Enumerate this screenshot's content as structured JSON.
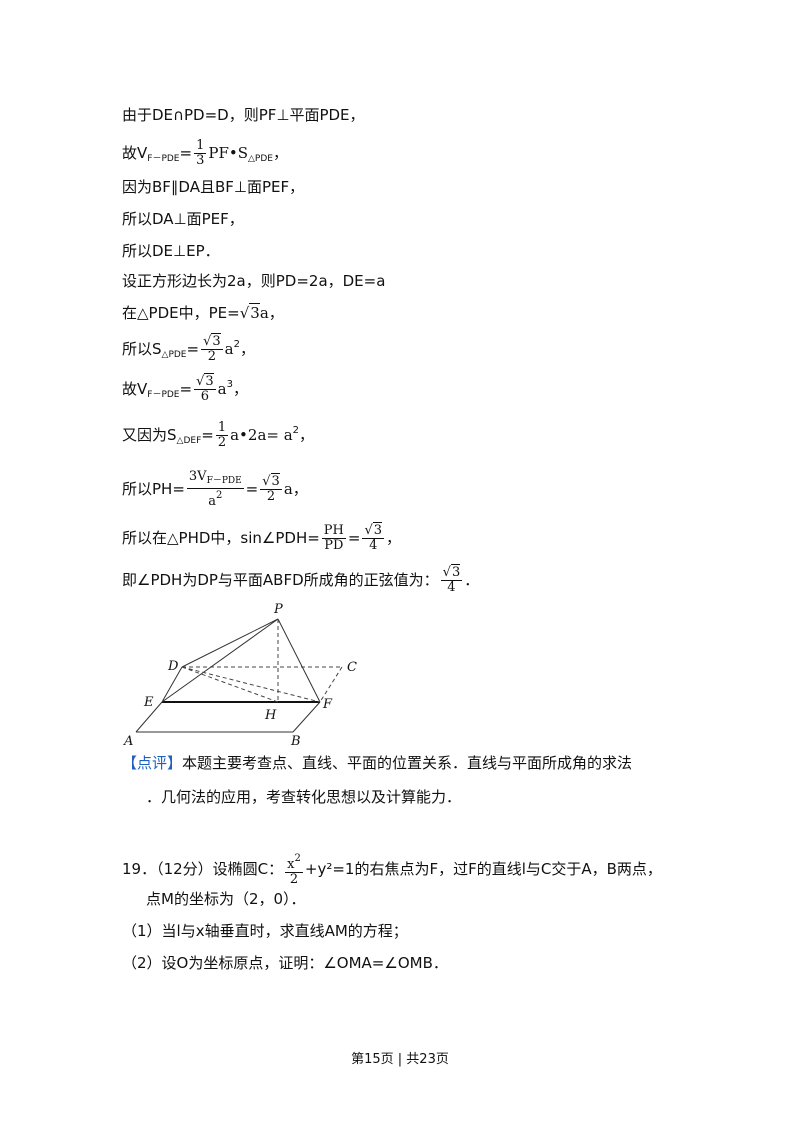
{
  "lines": {
    "l1": "由于DE∩PD=D，则PF⊥平面PDE，",
    "l2_pre": "故V",
    "l2_sub": "F－PDE",
    "l2_eq": "=",
    "l2_num": "1",
    "l2_den": "3",
    "l2_mid": "PF•S",
    "l2_sub2": "△PDE",
    "l2_end": "，",
    "l3": "因为BF∥DA且BF⊥面PEF，",
    "l4": "所以DA⊥面PEF，",
    "l5": "所以DE⊥EP．",
    "l6": "设正方形边长为2a，则PD=2a，DE=a",
    "l7_pre": "在△PDE中，PE=",
    "l7_rad": "3",
    "l7_end": "a，",
    "l8_pre": "所以S",
    "l8_sub": "△PDE",
    "l8_eq": "=",
    "l8_num": "3",
    "l8_den": "2",
    "l8_end": "a",
    "l8_sup": "2",
    "l8_tail": "，",
    "l9_pre": "故V",
    "l9_sub": "F－PDE",
    "l9_eq": "=",
    "l9_num": "3",
    "l9_den": "6",
    "l9_end": "a",
    "l9_sup": "3",
    "l9_tail": "，",
    "l10_pre": "又因为S",
    "l10_sub": "△DEF",
    "l10_eq": "=",
    "l10_num": "1",
    "l10_den": "2",
    "l10_mid": "a•2a= a",
    "l10_sup": "2",
    "l10_tail": "，",
    "l11_pre": "所以PH=",
    "l11_num": "3V",
    "l11_numsub": "F－PDE",
    "l11_den": "a",
    "l11_densup": "2",
    "l11_eq": "=",
    "l11_num2": "3",
    "l11_den2": "2",
    "l11_end": "a，",
    "l12_pre": "所以在△PHD中，sin∠PDH=",
    "l12_num": "PH",
    "l12_den": "PD",
    "l12_eq": "=",
    "l12_num2": "3",
    "l12_den2": "4",
    "l12_end": "，",
    "l13_pre": "即∠PDH为DP与平面ABFD所成角的正弦值为：",
    "l13_num": "3",
    "l13_den": "4",
    "l13_end": "．"
  },
  "figure": {
    "labels": {
      "P": "P",
      "D": "D",
      "C": "C",
      "E": "E",
      "H": "H",
      "F": "F",
      "A": "A",
      "B": "B"
    }
  },
  "comment": {
    "tag": "【点评】",
    "text1": "本题主要考查点、直线、平面的位置关系．直线与平面所成角的求法",
    "text2": "．几何法的应用，考查转化思想以及计算能力．"
  },
  "problem19": {
    "num": "19．（12分）设椭圆C：",
    "frac_num": "x",
    "frac_num_sup": "2",
    "frac_den": "2",
    "rest": "+y²=1的右焦点为F，过F的直线l与C交于A，B两点，",
    "line2": "点M的坐标为（2，0）．",
    "q1": "（1）当l与x轴垂直时，求直线AM的方程；",
    "q2": "（2）设O为坐标原点，证明：∠OMA=∠OMB．"
  },
  "footer": "第15页 | 共23页"
}
